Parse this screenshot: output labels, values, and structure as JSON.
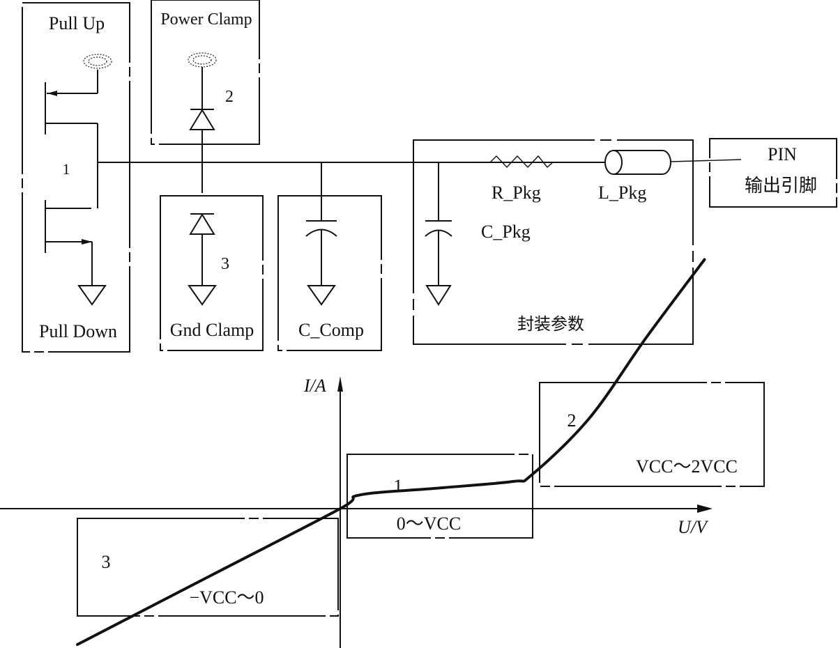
{
  "circuit": {
    "pull_up_label": "Pull Up",
    "pull_down_label": "Pull Down",
    "driver_region_number": "1",
    "power_clamp_label": "Power Clamp",
    "power_clamp_number": "2",
    "gnd_clamp_label": "Gnd Clamp",
    "gnd_clamp_number": "3",
    "c_comp_label": "C_Comp",
    "package": {
      "title": "封装参数",
      "r_label": "R_Pkg",
      "l_label": "L_Pkg",
      "c_label": "C_Pkg"
    },
    "pin": {
      "line1": "PIN",
      "line2": "输出引脚"
    }
  },
  "chart_data": {
    "type": "line",
    "title": "",
    "xlabel": "U/V",
    "ylabel": "I/A",
    "grid": false,
    "series": [
      {
        "name": "I-V curve",
        "description": "Linear negative region, flat plateau 0..VCC, rising region VCC..2VCC",
        "x": [
          -1.0,
          -0.5,
          0.0,
          0.1,
          0.5,
          0.9,
          1.0,
          1.3,
          1.6,
          1.9
        ],
        "y": [
          -0.3,
          -0.15,
          0.0,
          0.03,
          0.045,
          0.06,
          0.075,
          0.2,
          0.38,
          0.55
        ]
      }
    ],
    "regions": [
      {
        "number": "1",
        "range_label": "0～VCC"
      },
      {
        "number": "2",
        "range_label": "VCC～2VCC"
      },
      {
        "number": "3",
        "range_label": "−VCC～0"
      }
    ],
    "x_units": "VCC",
    "xlim": [
      -1.0,
      2.0
    ],
    "ylim": [
      -0.4,
      0.6
    ]
  }
}
